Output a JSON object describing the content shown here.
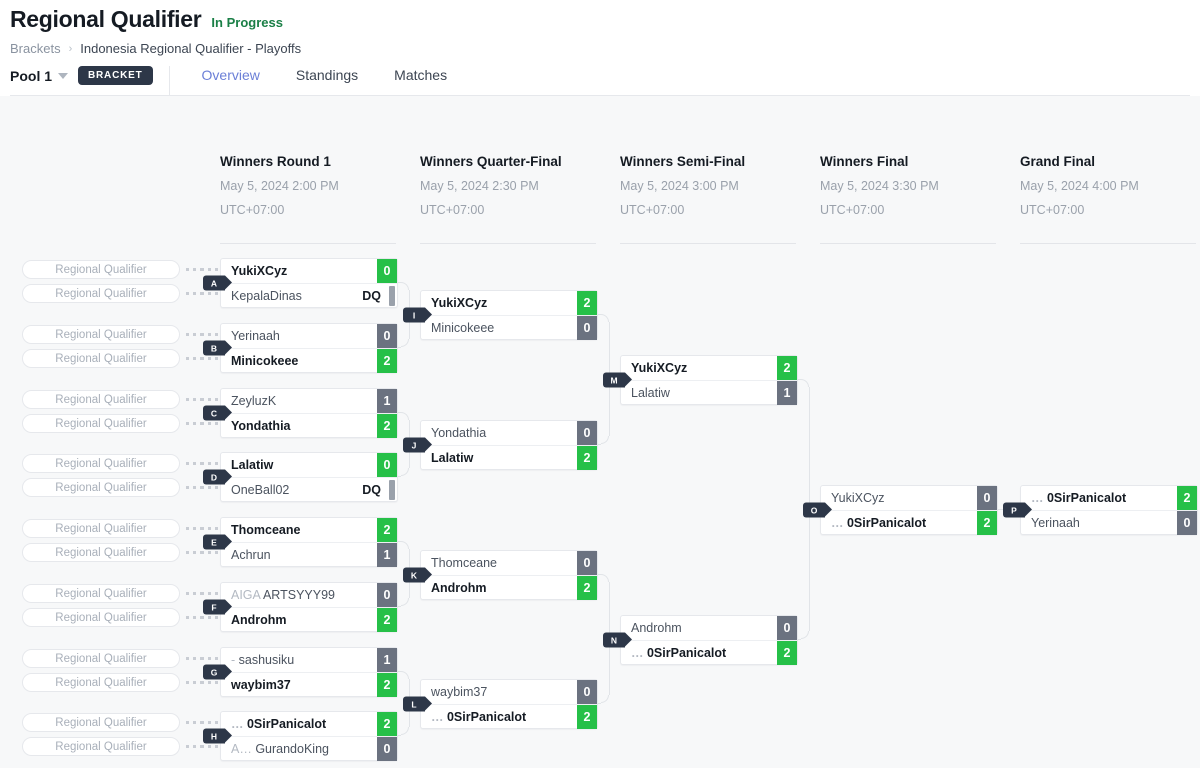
{
  "header": {
    "title": "Regional Qualifier",
    "status": "In Progress",
    "breadcrumb": {
      "root": "Brackets",
      "separator": "›",
      "current": "Indonesia Regional Qualifier - Playoffs"
    },
    "pool_label": "Pool 1",
    "bracket_badge": "BRACKET",
    "tabs": [
      {
        "label": "Overview",
        "active": true
      },
      {
        "label": "Standings",
        "active": false
      },
      {
        "label": "Matches",
        "active": false
      }
    ]
  },
  "colors": {
    "status_green": "#1a7f46",
    "win_score": "#26c048",
    "lose_score": "#6b7280",
    "badge_dark": "#2d3748",
    "active_tab": "#6b7fd7",
    "canvas_bg": "#f7f8f9"
  },
  "rounds": [
    {
      "name": "Winners Round 1",
      "date": "May 5, 2024 2:00 PM",
      "tz": "UTC+07:00"
    },
    {
      "name": "Winners Quarter-Final",
      "date": "May 5, 2024 2:30 PM",
      "tz": "UTC+07:00"
    },
    {
      "name": "Winners Semi-Final",
      "date": "May 5, 2024 3:00 PM",
      "tz": "UTC+07:00"
    },
    {
      "name": "Winners Final",
      "date": "May 5, 2024 3:30 PM",
      "tz": "UTC+07:00"
    },
    {
      "name": "Grand Final",
      "date": "May 5, 2024 4:00 PM",
      "tz": "UTC+07:00"
    }
  ],
  "seed_placeholder": "Regional Qualifier",
  "matches": {
    "A": {
      "letter": "A",
      "top": {
        "name": "YukiXCyz",
        "prefix": "",
        "score": "0",
        "winner": true,
        "dq": false
      },
      "bot": {
        "name": "KepalaDinas",
        "prefix": "",
        "score": "DQ",
        "winner": false,
        "dq": true
      }
    },
    "B": {
      "letter": "B",
      "top": {
        "name": "Yerinaah",
        "prefix": "",
        "score": "0",
        "winner": false,
        "dq": false
      },
      "bot": {
        "name": "Minicokeee",
        "prefix": "",
        "score": "2",
        "winner": true,
        "dq": false
      }
    },
    "C": {
      "letter": "C",
      "top": {
        "name": "ZeyluzK",
        "prefix": "",
        "score": "1",
        "winner": false,
        "dq": false
      },
      "bot": {
        "name": "Yondathia",
        "prefix": "",
        "score": "2",
        "winner": true,
        "dq": false
      }
    },
    "D": {
      "letter": "D",
      "top": {
        "name": "Lalatiw",
        "prefix": "",
        "score": "0",
        "winner": true,
        "dq": false
      },
      "bot": {
        "name": "OneBall02",
        "prefix": "",
        "score": "DQ",
        "winner": false,
        "dq": true
      }
    },
    "E": {
      "letter": "E",
      "top": {
        "name": "Thomceane",
        "prefix": "",
        "score": "2",
        "winner": true,
        "dq": false
      },
      "bot": {
        "name": "Achrun",
        "prefix": "",
        "score": "1",
        "winner": false,
        "dq": false
      }
    },
    "F": {
      "letter": "F",
      "top": {
        "name": "ARTSYYY99",
        "prefix": "AIGA ",
        "score": "0",
        "winner": false,
        "dq": false
      },
      "bot": {
        "name": "Androhm",
        "prefix": "",
        "score": "2",
        "winner": true,
        "dq": false
      }
    },
    "G": {
      "letter": "G",
      "top": {
        "name": "sashusiku",
        "prefix": "- ",
        "score": "1",
        "winner": false,
        "dq": false
      },
      "bot": {
        "name": "waybim37",
        "prefix": "",
        "score": "2",
        "winner": true,
        "dq": false
      }
    },
    "H": {
      "letter": "H",
      "top": {
        "name": "0SirPanicalot",
        "prefix": "… ",
        "score": "2",
        "winner": true,
        "dq": false
      },
      "bot": {
        "name": "GurandoKing",
        "prefix": "A… ",
        "score": "0",
        "winner": false,
        "dq": false
      }
    },
    "I": {
      "letter": "I",
      "top": {
        "name": "YukiXCyz",
        "prefix": "",
        "score": "2",
        "winner": true,
        "dq": false
      },
      "bot": {
        "name": "Minicokeee",
        "prefix": "",
        "score": "0",
        "winner": false,
        "dq": false
      }
    },
    "J": {
      "letter": "J",
      "top": {
        "name": "Yondathia",
        "prefix": "",
        "score": "0",
        "winner": false,
        "dq": false
      },
      "bot": {
        "name": "Lalatiw",
        "prefix": "",
        "score": "2",
        "winner": true,
        "dq": false
      }
    },
    "K": {
      "letter": "K",
      "top": {
        "name": "Thomceane",
        "prefix": "",
        "score": "0",
        "winner": false,
        "dq": false
      },
      "bot": {
        "name": "Androhm",
        "prefix": "",
        "score": "2",
        "winner": true,
        "dq": false
      }
    },
    "L": {
      "letter": "L",
      "top": {
        "name": "waybim37",
        "prefix": "",
        "score": "0",
        "winner": false,
        "dq": false
      },
      "bot": {
        "name": "0SirPanicalot",
        "prefix": "… ",
        "score": "2",
        "winner": true,
        "dq": false
      }
    },
    "M": {
      "letter": "M",
      "top": {
        "name": "YukiXCyz",
        "prefix": "",
        "score": "2",
        "winner": true,
        "dq": false
      },
      "bot": {
        "name": "Lalatiw",
        "prefix": "",
        "score": "1",
        "winner": false,
        "dq": false
      }
    },
    "N": {
      "letter": "N",
      "top": {
        "name": "Androhm",
        "prefix": "",
        "score": "0",
        "winner": false,
        "dq": false
      },
      "bot": {
        "name": "0SirPanicalot",
        "prefix": "… ",
        "score": "2",
        "winner": true,
        "dq": false
      }
    },
    "O": {
      "letter": "O",
      "top": {
        "name": "YukiXCyz",
        "prefix": "",
        "score": "0",
        "winner": false,
        "dq": false
      },
      "bot": {
        "name": "0SirPanicalot",
        "prefix": "… ",
        "score": "2",
        "winner": true,
        "dq": false
      }
    },
    "P": {
      "letter": "P",
      "top": {
        "name": "0SirPanicalot",
        "prefix": "… ",
        "score": "2",
        "winner": true,
        "dq": false
      },
      "bot": {
        "name": "Yerinaah",
        "prefix": "",
        "score": "0",
        "winner": false,
        "dq": false
      }
    }
  }
}
